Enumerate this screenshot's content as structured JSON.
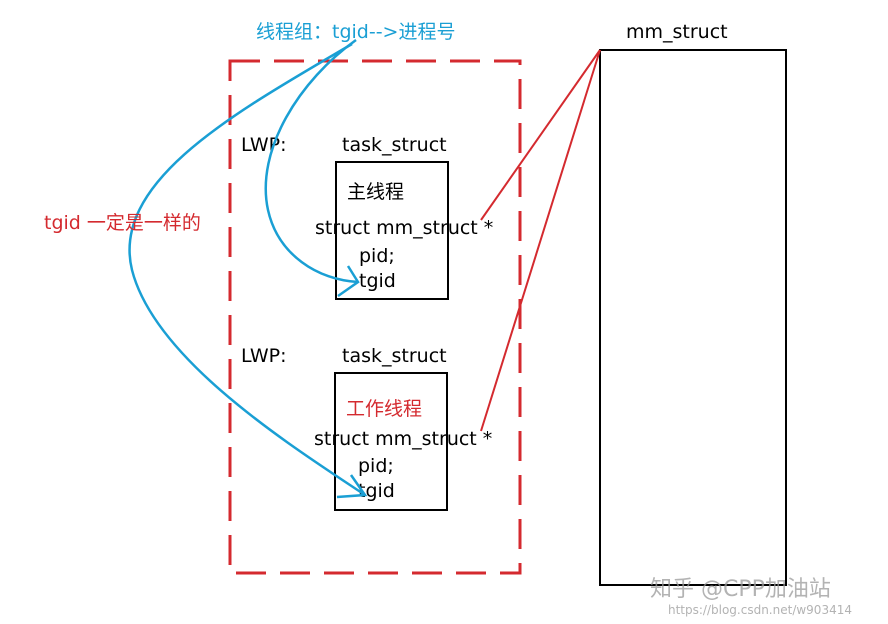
{
  "colors": {
    "blue": "#1a9fd4",
    "red": "#d42a2f",
    "black": "#000000",
    "watermark": "#9a9a9a"
  },
  "top_label": "线程组：tgid-->进程号",
  "side_label": "tgid 一定是一样的",
  "mm_struct_label": "mm_struct",
  "threads": [
    {
      "lwp_label": "LWP:",
      "struct_label": "task_struct",
      "name": "主线程",
      "field_mm": "struct mm_struct *",
      "field_pid": "pid;",
      "field_tgid": "tgid"
    },
    {
      "lwp_label": "LWP:",
      "struct_label": "task_struct",
      "name": "工作线程",
      "field_mm": "struct mm_struct *",
      "field_pid": "pid;",
      "field_tgid": "tgid"
    }
  ],
  "watermark": {
    "main": "知乎 @CPP加油站",
    "url": "https://blog.csdn.net/w903414"
  }
}
